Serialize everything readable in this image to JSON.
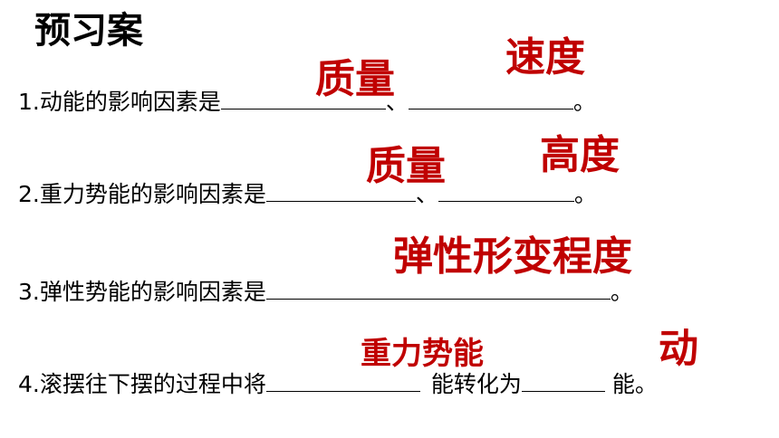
{
  "title": "预习案",
  "questions": [
    {
      "prefix": "1.动能的影响因素是",
      "sep": "、",
      "end": "。"
    },
    {
      "prefix": "2.重力势能的影响因素是",
      "sep": "、",
      "end": "。"
    },
    {
      "prefix": "3.弹性势能的影响因素是",
      "end": "。"
    },
    {
      "prefix": "4.滚摆往下摆的过程中将",
      "mid": "能转化为",
      "end": "能。"
    }
  ],
  "answers": {
    "q1_a": "质量",
    "q1_b": "速度",
    "q2_a": "质量",
    "q2_b": "高度",
    "q3": "弹性形变程度",
    "q4_a": "重力势能",
    "q4_b": "动"
  },
  "colors": {
    "answer": "#c00000",
    "text": "#000000"
  }
}
